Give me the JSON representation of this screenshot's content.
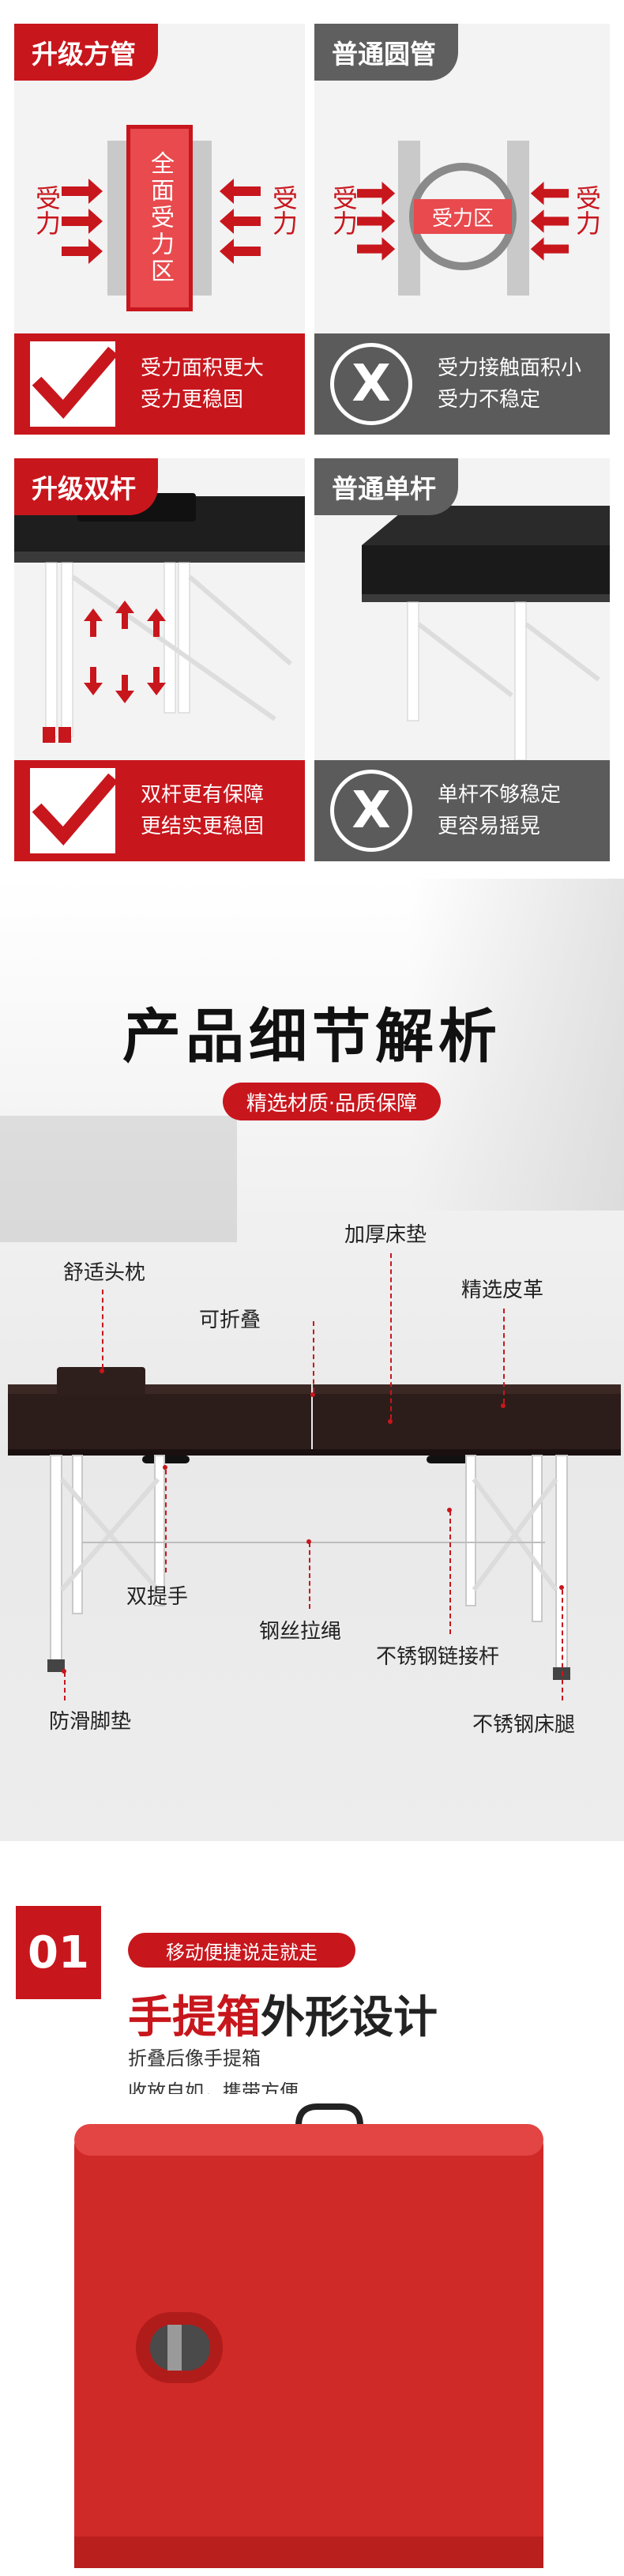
{
  "compare_tube": {
    "upgrade": {
      "tab": "升级方管",
      "force_left": "受力",
      "force_right": "受力",
      "center": "全面受力区",
      "bar_lines": [
        "受力面积更大",
        "受力更稳固"
      ]
    },
    "normal": {
      "tab": "普通圆管",
      "force_left": "受力",
      "force_right": "受力",
      "center": "受力区",
      "bar_lines": [
        "受力接触面积小",
        "受力不稳定"
      ]
    }
  },
  "compare_rod": {
    "upgrade": {
      "tab": "升级双杆",
      "bar_lines": [
        "双杆更有保障",
        "更结实更稳固"
      ]
    },
    "normal": {
      "tab": "普通单杆",
      "bar_lines": [
        "单杆不够稳定",
        "更容易摇晃"
      ]
    }
  },
  "icons": {
    "check": "check-icon",
    "cross": "x-icon",
    "arrow": "arrow-icon"
  },
  "details": {
    "title": "产品细节解析",
    "subtitle": "精选材质·品质保障",
    "labels": {
      "headrest": "舒适头枕",
      "foldable": "可折叠",
      "thick_pad": "加厚床垫",
      "leather": "精选皮革",
      "handle": "双提手",
      "wire": "钢丝拉绳",
      "chain_rod": "不锈钢链接杆",
      "foot_pad": "防滑脚垫",
      "leg": "不锈钢床腿"
    }
  },
  "feature": {
    "number": "01",
    "tag": "移动便捷说走就走",
    "headline_bold": "手提箱",
    "headline_rest": "外形设计",
    "desc_lines": [
      "折叠后像手提箱",
      "收放自如，携带方便"
    ]
  },
  "colors": {
    "brand_red": "#c8161d",
    "dark_gray": "#5b5b5b",
    "bed_leather": "#2a1a18",
    "case_red": "#d02a28"
  }
}
